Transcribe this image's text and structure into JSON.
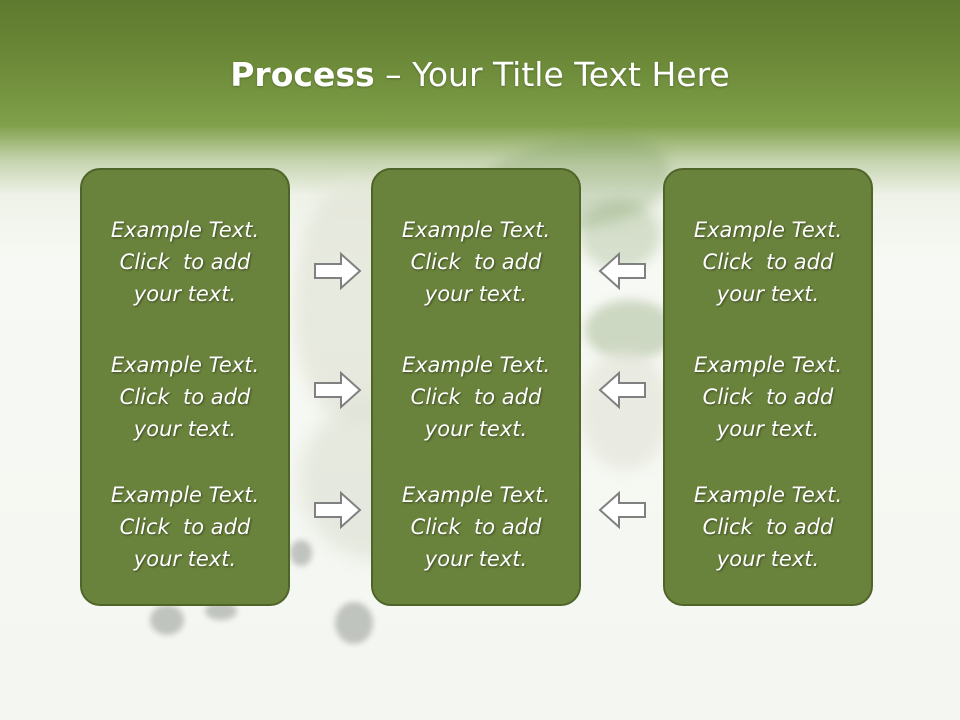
{
  "title": {
    "bold": "Process",
    "rest": " – Your Title Text Here"
  },
  "columns": {
    "left": [
      {
        "line1": "Example Text.",
        "line2": "Click  to add",
        "line3": "your text."
      },
      {
        "line1": "Example Text.",
        "line2": "Click  to add",
        "line3": "your text."
      },
      {
        "line1": "Example Text.",
        "line2": "Click  to add",
        "line3": "your text."
      }
    ],
    "middle": [
      {
        "line1": "Example Text.",
        "line2": "Click  to add",
        "line3": "your text."
      },
      {
        "line1": "Example Text.",
        "line2": "Click  to add",
        "line3": "your text."
      },
      {
        "line1": "Example Text.",
        "line2": "Click  to add",
        "line3": "your text."
      }
    ],
    "right": [
      {
        "line1": "Example Text.",
        "line2": "Click  to add",
        "line3": "your text."
      },
      {
        "line1": "Example Text.",
        "line2": "Click  to add",
        "line3": "your text."
      },
      {
        "line1": "Example Text.",
        "line2": "Click  to add",
        "line3": "your text."
      }
    ]
  },
  "icons": {
    "arrow_left_to_middle": "arrow-right-icon",
    "arrow_right_to_middle": "arrow-left-icon"
  },
  "colors": {
    "header": "#6e8c3a",
    "box_fill": "#6a833c",
    "box_border": "#4e6428",
    "arrow_fill": "#ffffff",
    "arrow_stroke": "#808080"
  }
}
